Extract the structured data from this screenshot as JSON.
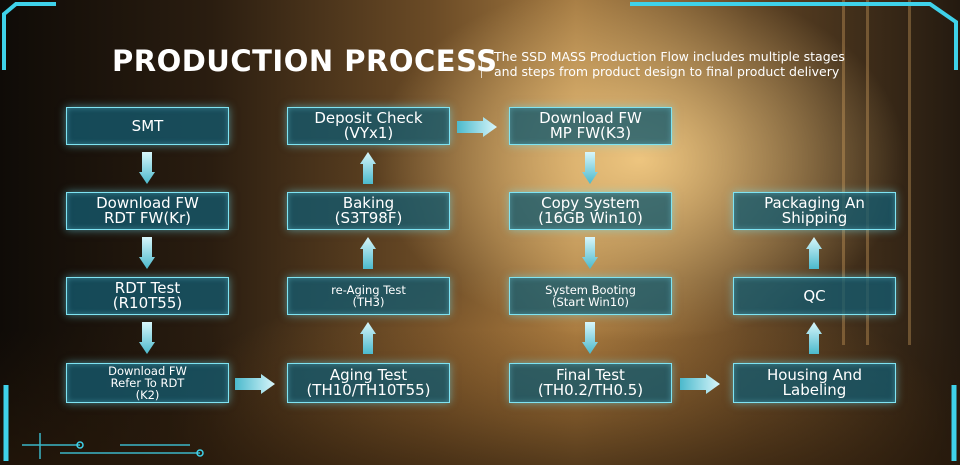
{
  "header": {
    "title": "PRODUCTION PROCESS",
    "description": "The SSD MASS Production Flow includes multiple stages and steps from product design to final product delivery"
  },
  "steps": {
    "smt": "SMT",
    "download_fw_rdt": "Download FW\nRDT FW(Kr)",
    "rdt_test": "RDT Test\n(R10T55)",
    "download_fw_refer": "Download FW\nRefer To RDT\n(K2)",
    "aging_test": "Aging Test\n(TH10/TH10T55)",
    "re_aging_test": "re-Aging Test\n(TH3)",
    "baking": "Baking\n(S3T98F)",
    "deposit_check": "Deposit Check\n(VYx1)",
    "download_fw_mp": "Download FW\nMP FW(K3)",
    "copy_system": "Copy System\n(16GB Win10)",
    "system_booting": "System Booting\n(Start Win10)",
    "final_test": "Final Test\n(TH0.2/TH0.5)",
    "housing_labeling": "Housing And\nLabeling",
    "qc": "QC",
    "packaging": "Packaging An\nShipping"
  },
  "colors": {
    "box_fill": "#145a6e",
    "box_border": "#7fe3f2",
    "arrow_top": "#d8f6fb",
    "arrow_bottom": "#4bb9cc",
    "accent": "#3fd2ea"
  }
}
